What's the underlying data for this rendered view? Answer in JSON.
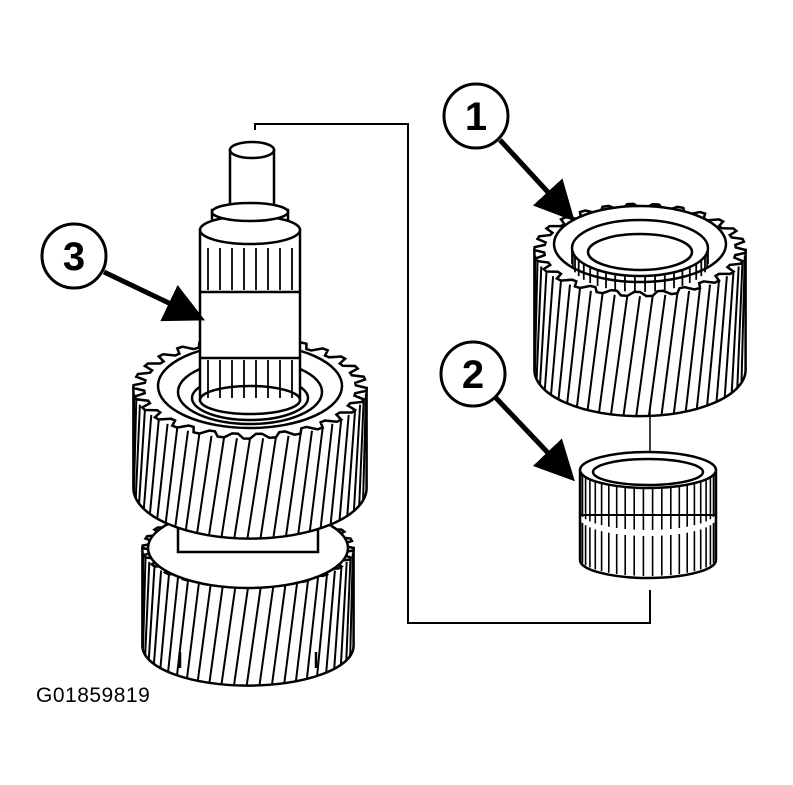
{
  "callouts": [
    {
      "label": "1",
      "part": "gear"
    },
    {
      "label": "2",
      "part": "needle-bearing"
    },
    {
      "label": "3",
      "part": "shaft"
    }
  ],
  "figure_id": "G01859819",
  "colors": {
    "ink": "#000000",
    "paper": "#ffffff"
  }
}
